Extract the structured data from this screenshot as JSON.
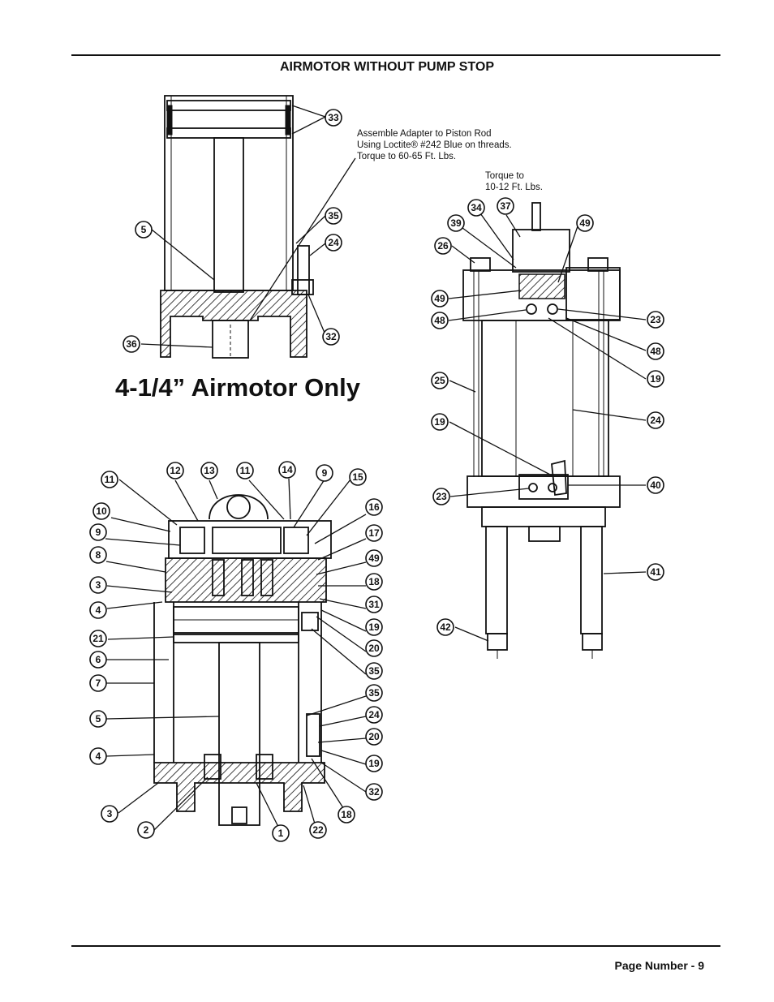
{
  "header": {
    "title": "AIRMOTOR WITHOUT PUMP STOP"
  },
  "figure_top": {
    "subtitle": "4-1/4” Airmotor Only",
    "note": {
      "line1": "Assemble Adapter to Piston Rod",
      "line2": "Using Loctite® #242 Blue on threads.",
      "line3": "Torque to 60-65 Ft. Lbs."
    },
    "callouts": [
      "33",
      "35",
      "24",
      "5",
      "32",
      "36"
    ]
  },
  "figure_right": {
    "note": {
      "line1": "Torque to",
      "line2": "10-12 Ft. Lbs."
    },
    "callouts": [
      "34",
      "37",
      "39",
      "26",
      "49",
      "49",
      "48",
      "23",
      "48",
      "19",
      "25",
      "24",
      "19",
      "23",
      "40",
      "41",
      "42"
    ]
  },
  "figure_bottom": {
    "callouts": [
      "11",
      "12",
      "13",
      "11",
      "14",
      "9",
      "15",
      "10",
      "16",
      "9",
      "17",
      "8",
      "49",
      "3",
      "18",
      "4",
      "31",
      "19",
      "21",
      "20",
      "6",
      "35",
      "7",
      "35",
      "5",
      "24",
      "20",
      "4",
      "19",
      "32",
      "3",
      "2",
      "1",
      "22",
      "18"
    ]
  },
  "footer": {
    "page_label": "Page Number - 9"
  }
}
